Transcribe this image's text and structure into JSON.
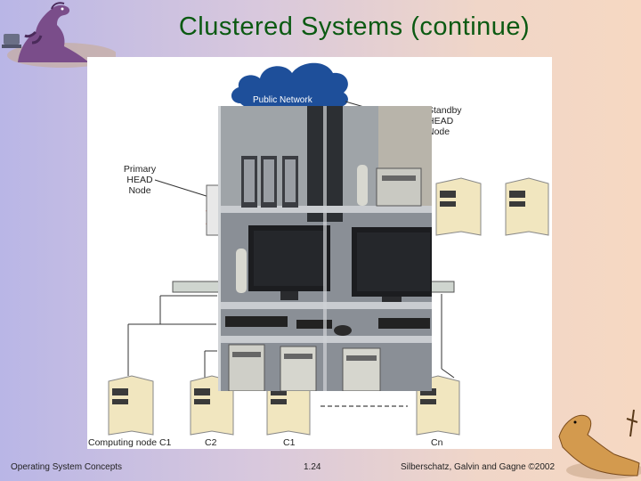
{
  "slide": {
    "title": "Clustered Systems (continue)"
  },
  "diagram": {
    "cloud_label": "Public Network",
    "standby_head_lines": [
      "Standby",
      "HEAD",
      "Node"
    ],
    "primary_head_lines": [
      "Primary",
      "HEAD",
      "Node"
    ],
    "node_labels": [
      "Computing node C1",
      "C2",
      "C1",
      "Cn"
    ]
  },
  "footer": {
    "left": "Operating System Concepts",
    "center": "1.24",
    "right": "Silberschatz, Galvin and Gagne ©2002"
  },
  "colors": {
    "title": "#0b5a12",
    "cloud": "#1e4f9a",
    "background_left": "#b9b6e6",
    "background_right": "#f6d8c2"
  }
}
